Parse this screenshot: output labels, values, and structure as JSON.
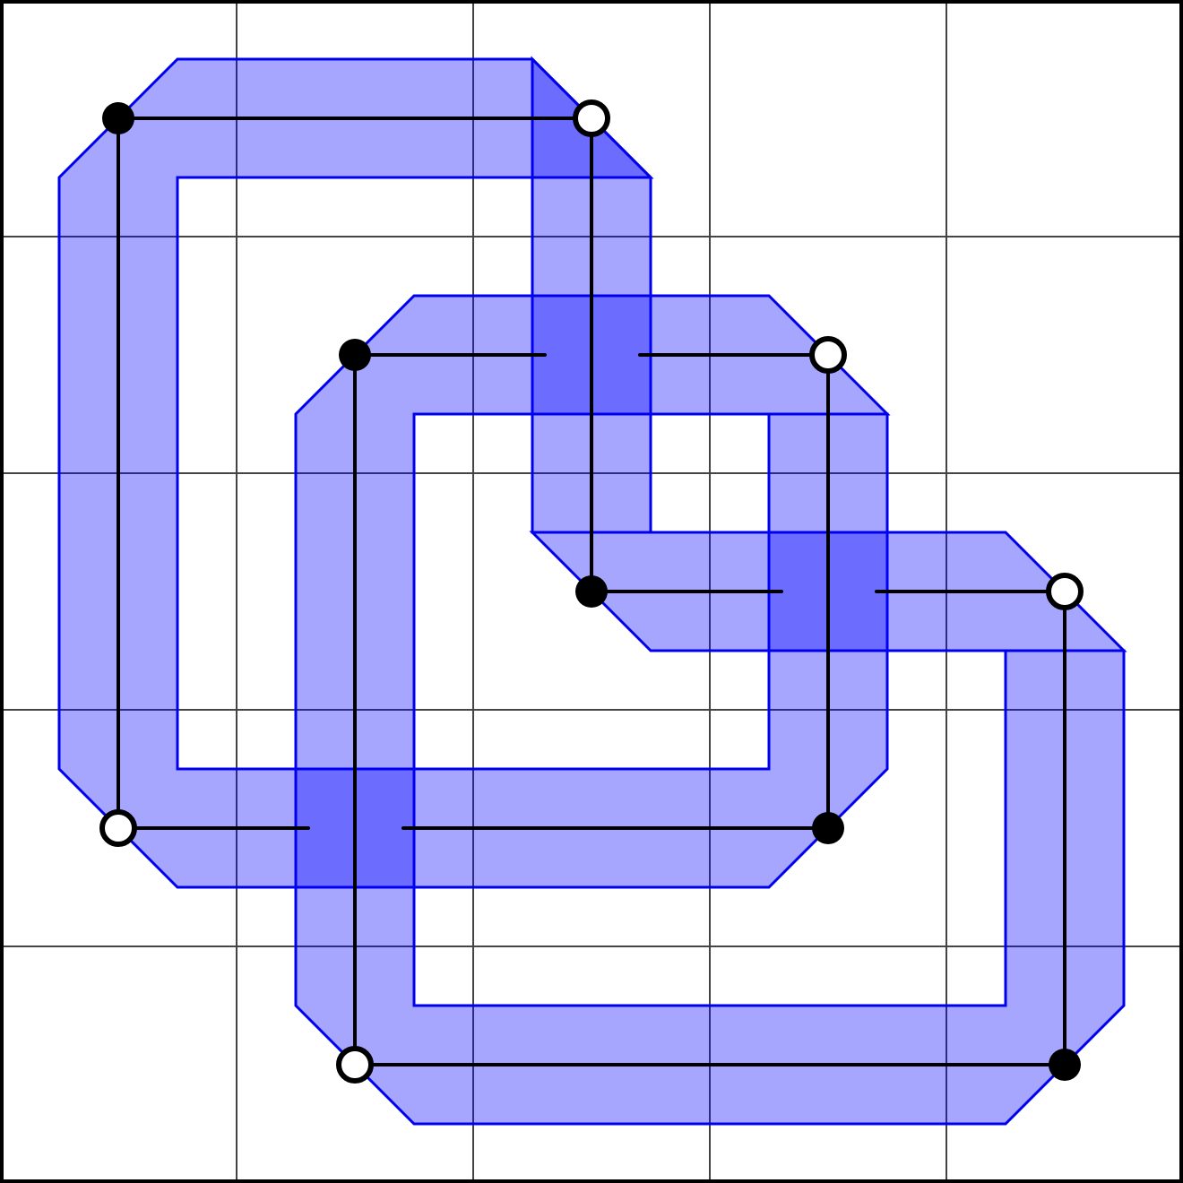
{
  "diagram": {
    "kind": "grid-diagram",
    "grid": {
      "rows": 5,
      "cols": 5
    },
    "colors": {
      "background": "#ffffff",
      "grid_line": "#444444",
      "border": "#000000",
      "band_fill": "#a6a6ff",
      "band_overlap": "#6f6fff",
      "band_stroke": "#0000ee",
      "wire": "#000000",
      "dot_filled": "#000000",
      "dot_open_fill": "#ffffff"
    },
    "loops": [
      {
        "name": "loop-1",
        "corners": {
          "top_left": "filled",
          "top_right": "open",
          "bottom_right": "filled",
          "bottom_left": "open"
        }
      },
      {
        "name": "loop-2",
        "corners": {
          "top_left": "filled",
          "top_right": "open",
          "bottom_right": "filled",
          "bottom_left": "open"
        }
      },
      {
        "name": "loop-3",
        "corners": {
          "top_left": "filled",
          "top_right": "open",
          "bottom_right": "filled",
          "bottom_left": "open"
        }
      }
    ]
  }
}
